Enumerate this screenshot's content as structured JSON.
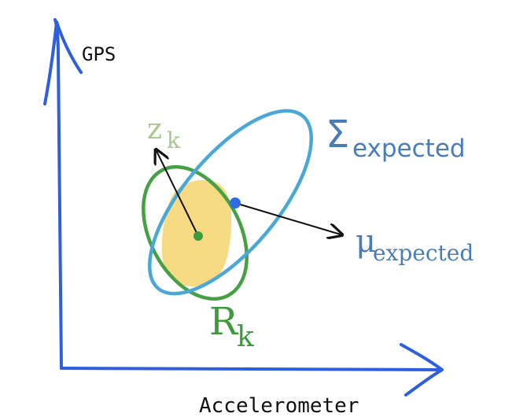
{
  "axes": {
    "y_label": "GPS",
    "x_label": "Accelerometer"
  },
  "labels": {
    "z_base": "z",
    "z_sub": "k",
    "sigma_base": "Σ",
    "sigma_sub": "expected",
    "mu_base": "μ",
    "mu_sub": "expected",
    "r_base": "R",
    "r_sub": "k"
  },
  "colors": {
    "axis": "#2f5fe0",
    "sigma_ellipse": "#4aa8d8",
    "measurement_ellipse": "#46a046",
    "overlap_blob": "#f6d77a",
    "measurement_point": "#3f9a3f",
    "expected_point": "#2f6be6",
    "arrows": "#111111",
    "z_label": "#a6c88c",
    "sigma_label": "#4a7db6",
    "mu_label": "#4a7db6",
    "r_label": "#3f9a3f"
  }
}
